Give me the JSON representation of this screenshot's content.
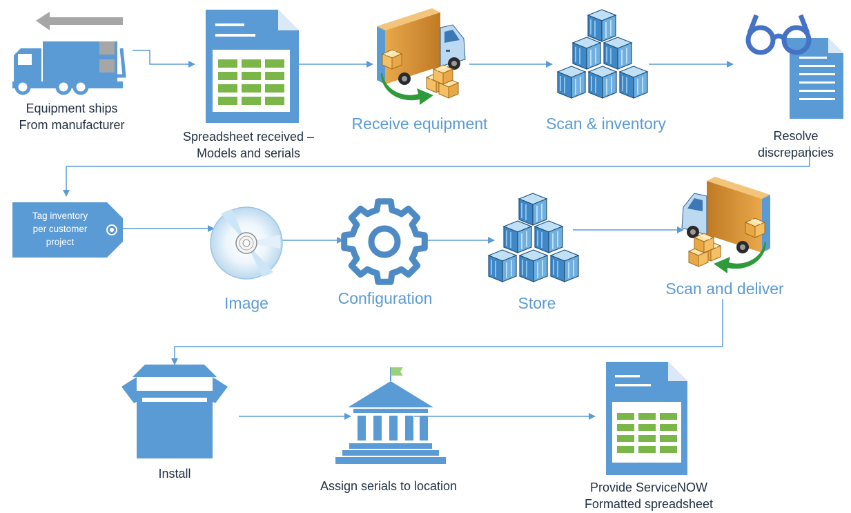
{
  "colors": {
    "primary": "#5b9bd5",
    "dark_blue": "#4e8ac4",
    "green": "#7ab648",
    "arrow": "#5b9bd5",
    "text_dark": "#1f2e40",
    "text_blue": "#5b9bd5"
  },
  "steps": {
    "ship": {
      "line1": "Equipment ships",
      "line2": "From manufacturer",
      "icon": "truck-icon"
    },
    "spreadsheet": {
      "line1": "Spreadsheet received –",
      "line2": "Models and serials",
      "icon": "spreadsheet-icon"
    },
    "receive": {
      "label": "Receive equipment",
      "icon": "delivery-truck-icon"
    },
    "scan": {
      "label": "Scan & inventory",
      "icon": "boxes-icon"
    },
    "resolve": {
      "line1": "Resolve",
      "line2": "discrepancies",
      "icon": "glasses-document-icon"
    },
    "tag": {
      "line1": "Tag inventory",
      "line2": "per customer",
      "line3": "project",
      "icon": "tag-icon"
    },
    "image": {
      "label": "Image",
      "icon": "disc-icon"
    },
    "configuration": {
      "label": "Configuration",
      "icon": "gear-icon"
    },
    "store": {
      "label": "Store",
      "icon": "boxes-icon"
    },
    "deliver": {
      "label": "Scan and deliver",
      "icon": "delivery-truck-icon"
    },
    "install": {
      "label": "Install",
      "icon": "open-box-icon"
    },
    "assign": {
      "label": "Assign serials to location",
      "icon": "building-icon"
    },
    "provide": {
      "line1": "Provide ServiceNOW",
      "line2": "Formatted spreadsheet",
      "icon": "spreadsheet-icon"
    }
  }
}
